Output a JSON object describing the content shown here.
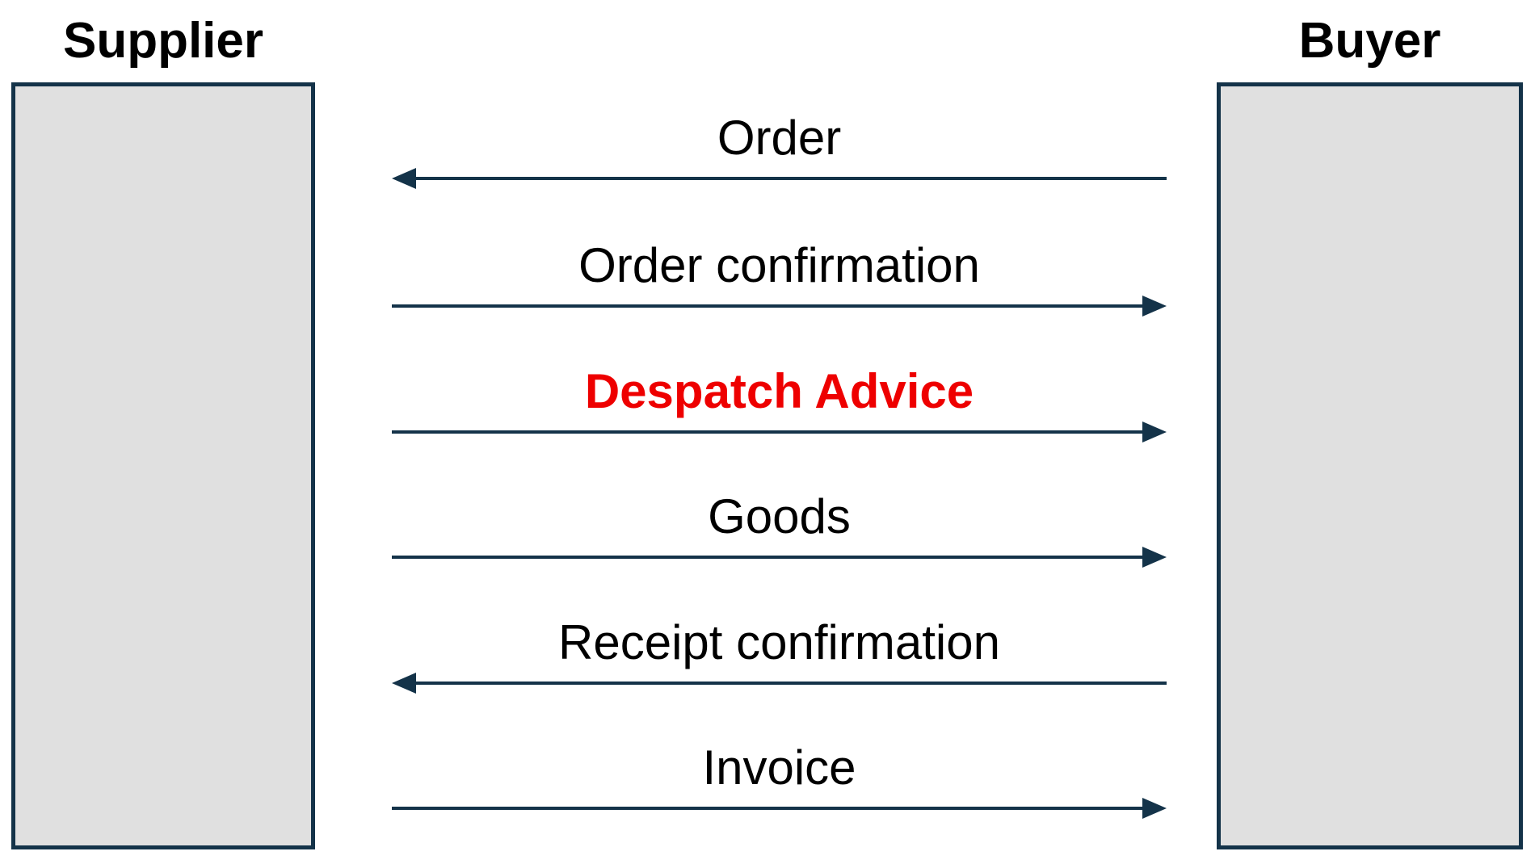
{
  "diagram": {
    "type": "message-flow-diagram",
    "colors": {
      "background": "#ffffff",
      "ink": "#143349",
      "actor_box_fill": "#e0e0e0",
      "label_text": "#000000",
      "highlight_text": "#ee0000"
    },
    "actors": [
      {
        "id": "supplier",
        "label": "Supplier"
      },
      {
        "id": "buyer",
        "label": "Buyer"
      }
    ],
    "messages": [
      {
        "label": "Order",
        "from": "buyer",
        "to": "supplier",
        "direction": "left",
        "color": "#000000",
        "bold": false
      },
      {
        "label": "Order confirmation",
        "from": "supplier",
        "to": "buyer",
        "direction": "right",
        "color": "#000000",
        "bold": false
      },
      {
        "label": "Despatch Advice",
        "from": "supplier",
        "to": "buyer",
        "direction": "right",
        "color": "#ee0000",
        "bold": true
      },
      {
        "label": "Goods",
        "from": "supplier",
        "to": "buyer",
        "direction": "right",
        "color": "#000000",
        "bold": false
      },
      {
        "label": "Receipt confirmation",
        "from": "buyer",
        "to": "supplier",
        "direction": "left",
        "color": "#000000",
        "bold": false
      },
      {
        "label": "Invoice",
        "from": "supplier",
        "to": "buyer",
        "direction": "right",
        "color": "#000000",
        "bold": false
      }
    ]
  }
}
